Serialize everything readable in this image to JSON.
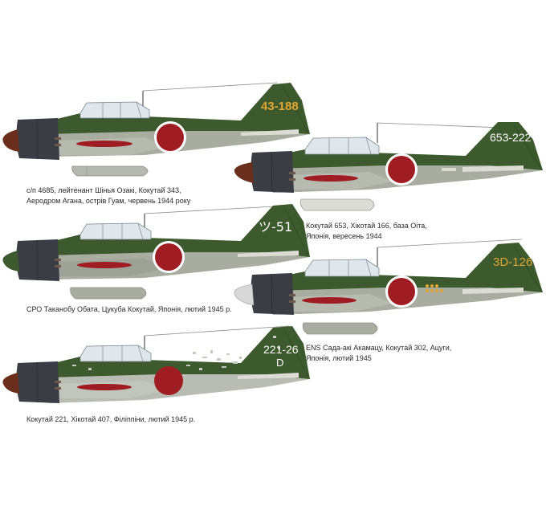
{
  "colors": {
    "green": "#3d5a2e",
    "green_dark": "#2f4a24",
    "underside_grey": "#a9ada1",
    "hinomaru": "#9e1c22",
    "hinomaru_border": "#ffffff",
    "cowling": "#3b3d44",
    "spinner_brown": "#6b2e1c",
    "spinner_green": "#3d5a2e",
    "yellow_code": "#e2a733",
    "white_code": "#ffffff",
    "canopy": "#dfe6ec"
  },
  "aircraft": [
    {
      "tail_code": "43-188",
      "tail_code_color": "yellow",
      "spinner": "brown",
      "scheme": "green-over-grey",
      "caption": [
        "с/п 4685, лейтенант Шінья Озакі, Кокутай 343,",
        "Аеродром Агана, острів Гуам, червень 1944 року"
      ]
    },
    {
      "tail_code": "653-222",
      "tail_code_color": "white",
      "spinner": "brown",
      "scheme": "green-over-grey",
      "caption": [
        "Кокутай 653, Хікотай 166, база Оіта,",
        "Японія, вересень 1944"
      ]
    },
    {
      "tail_code": "ツ-51",
      "tail_code_color": "white",
      "spinner": "green",
      "scheme": "green-over-grey",
      "caption": [
        "СРО Таканобу Обата, Цукуба Кокутай, Японія, лютий 1945 р."
      ]
    },
    {
      "tail_code": "3D-126",
      "tail_code_color": "yellow",
      "spinner": "grey",
      "scheme": "green-over-grey",
      "caption": [
        "ENS Сада-акі Акамацу, Кокутай 302, Ацуги,",
        "Японія, лютий 1945"
      ]
    },
    {
      "tail_code": "221-26",
      "tail_code_line2": "D",
      "tail_code_color": "white",
      "spinner": "brown",
      "scheme": "weathered-green",
      "caption": [
        "Кокутай 221, Хікотай 407, Філіппіни, лютий 1945 р."
      ]
    }
  ]
}
